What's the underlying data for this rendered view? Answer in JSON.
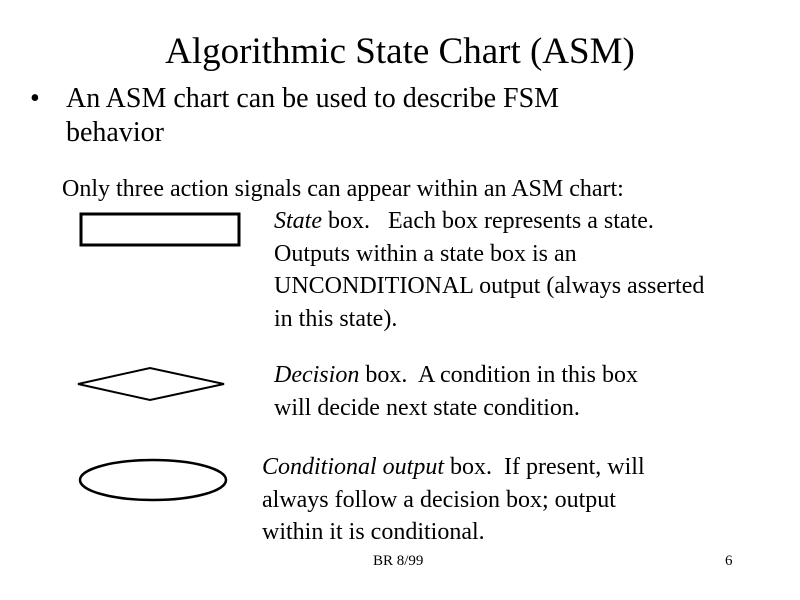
{
  "title": "Algorithmic State Chart (ASM)",
  "bullet": {
    "symbol": "•",
    "lines": [
      "An ASM chart can be used to describe FSM",
      "behavior"
    ]
  },
  "intro": "Only three action signals can appear within an ASM chart:",
  "state_box": {
    "term": "State",
    "lines": [
      " box.   Each box represents a state.",
      "Outputs within a state box is an",
      "UNCONDITIONAL output (always asserted",
      "in this state)."
    ]
  },
  "decision_box": {
    "term": "Decision",
    "lines": [
      " box.  A condition in this box",
      "will decide next state condition."
    ]
  },
  "conditional_box": {
    "term": "Conditional output",
    "lines": [
      " box.  If present, will",
      "always follow a decision box; output",
      "within it is conditional."
    ]
  },
  "footer": {
    "left": "BR 8/99",
    "page": "6"
  }
}
